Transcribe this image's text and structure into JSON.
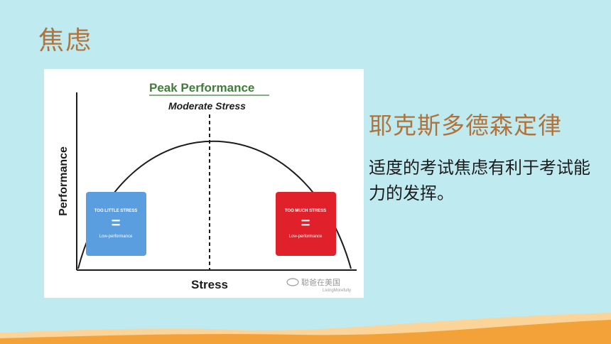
{
  "slide": {
    "title": "焦虑",
    "side_heading": "耶克斯多德森定律",
    "side_body": "适度的考试焦虑有利于考试能力的发挥。"
  },
  "figure": {
    "heading": "Peak Performance",
    "peak_label": "Moderate Stress",
    "y_axis_label": "Performance",
    "x_axis_label": "Stress",
    "left_box": {
      "title": "TOO LITTLE STRESS",
      "equals": "=",
      "result": "Low-performance",
      "color": "#5a9ee0"
    },
    "right_box": {
      "title": "TOO MUCH STRESS",
      "equals": "=",
      "result": "Low-performance",
      "color": "#e0212b"
    },
    "watermark": {
      "text": "聪爸在美国",
      "subtext": "LivingMorefully"
    },
    "heading_color": "#3f7d3a"
  },
  "colors": {
    "background": "#bfeaf0",
    "accent": "#b0733c",
    "wave_orange": "#f3a23a",
    "wave_light": "#fbd49a"
  }
}
